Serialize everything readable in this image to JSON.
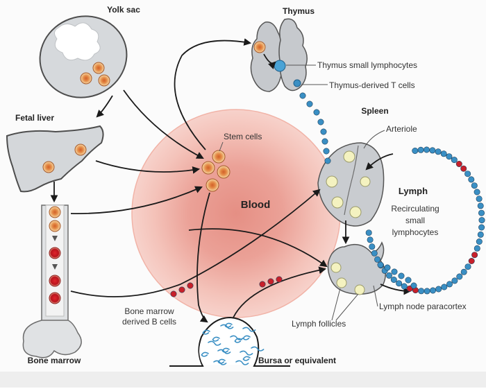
{
  "labels": {
    "yolk_sac": "Yolk sac",
    "thymus": "Thymus",
    "thymus_small_lymphocytes": "Thymus small lymphocytes",
    "thymus_derived_t_cells": "Thymus-derived T cells",
    "fetal_liver": "Fetal liver",
    "spleen": "Spleen",
    "arteriole": "Arteriole",
    "stem_cells": "Stem cells",
    "blood": "Blood",
    "lymph": "Lymph",
    "recirculating_line1": "Recirculating",
    "recirculating_line2": "small",
    "recirculating_line3": "lymphocytes",
    "bone_marrow_derived_line1": "Bone marrow",
    "bone_marrow_derived_line2": "derived B cells",
    "lymph_follicles": "Lymph follicles",
    "lymph_node_paracortex": "Lymph node paracortex",
    "bone_marrow": "Bone marrow",
    "bursa": "Bursa or equivalent"
  },
  "colors": {
    "blood_outer": "#f6c9c0",
    "blood_inner": "#e89a8f",
    "t_cell_blue": "#3a8fc4",
    "b_cell_red": "#c8202a",
    "stem_cell_fill": "#f3c98a",
    "stem_cell_core": "#c8582a",
    "organ_gray": "#c9ccd0",
    "follicle_yellow": "#f4f2c0"
  }
}
